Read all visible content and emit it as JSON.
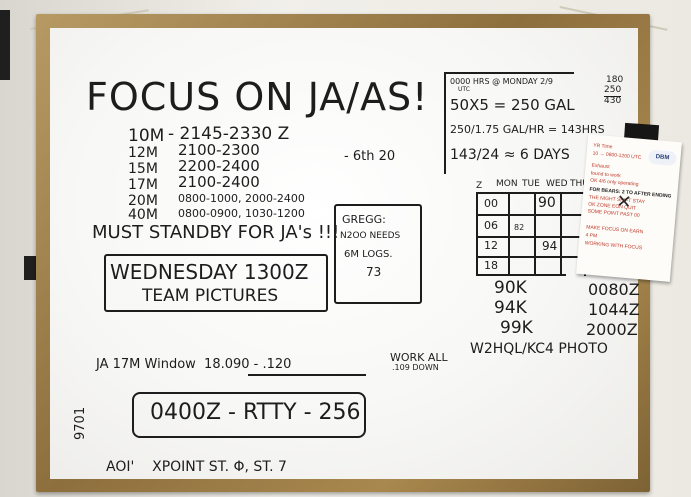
{
  "board": {
    "title": "FOCUS ON JA/AS!",
    "bands": [
      {
        "band": "10M",
        "times": "- 2145-2330 Z"
      },
      {
        "band": "12M",
        "times": "2100-2300"
      },
      {
        "band": "15M",
        "times": "2200-2400"
      },
      {
        "band": "17M",
        "times": "2100-2400"
      },
      {
        "band": "20M",
        "times": "0800-1000, 2000-2400"
      },
      {
        "band": "40M",
        "times": "0800-0900, 1030-1200"
      }
    ],
    "bands_note": "- 6th 20",
    "standby": "MUST STANDBY FOR JA's !!!",
    "gregg_box": [
      "GREGG:",
      "N2OO NEEDS",
      "6M LOGS.",
      "73"
    ],
    "pictures_box": [
      "WEDNESDAY 1300Z",
      "TEAM PICTURES"
    ],
    "fuel_box": [
      "0000 HRS @ MONDAY 2/9",
      "UTC",
      "50X5 = 250 GAL",
      "250/1.75 GAL/HR = 143HRS",
      "143/24 ≈ 6 DAYS"
    ],
    "fuel_side": [
      "180",
      "250",
      "430"
    ],
    "schedule": {
      "corner": "Z",
      "days": [
        "MON",
        "TUE",
        "WED",
        "THUR"
      ],
      "rows": [
        "00",
        "06",
        "12",
        "18"
      ],
      "cells": [
        "90",
        "82",
        "94"
      ]
    },
    "qso_counts": [
      "90K",
      "94K",
      "99K"
    ],
    "qso_times": [
      "0080Z",
      "1044Z",
      "2000Z"
    ],
    "photo_credit": "W2HQL/KC4 PHOTO",
    "ja_window": "JA 17M Window  18.090 - .120",
    "work_all": [
      "WORK ALL",
      ".109 DOWN"
    ],
    "rtty_box": "0400Z - RTTY - 256",
    "side_text": "9701",
    "bottom": "AOI'    XPOINT ST. Φ, ST. 7"
  },
  "note": {
    "logo": "DBM",
    "lines": [
      "YR Time",
      "10 → 0800-1200 UTC",
      "Exhaust",
      "  found to work",
      "  OK 4/6 only operating",
      "FOR BEARS: 2 TO AFTER ENDING",
      "THE NIGHT SHIFT STAY",
      "  OK ZONE EON QUIT",
      "SOME POINT PAST 00",
      "",
      "MAKE FOCUS ON EARN",
      "  4 PM",
      "  WORKING WITH FOCUS"
    ]
  },
  "colors": {
    "ink": "#1d1d1d",
    "frame": "#9b7c47",
    "note_ink": "#c0392b"
  }
}
